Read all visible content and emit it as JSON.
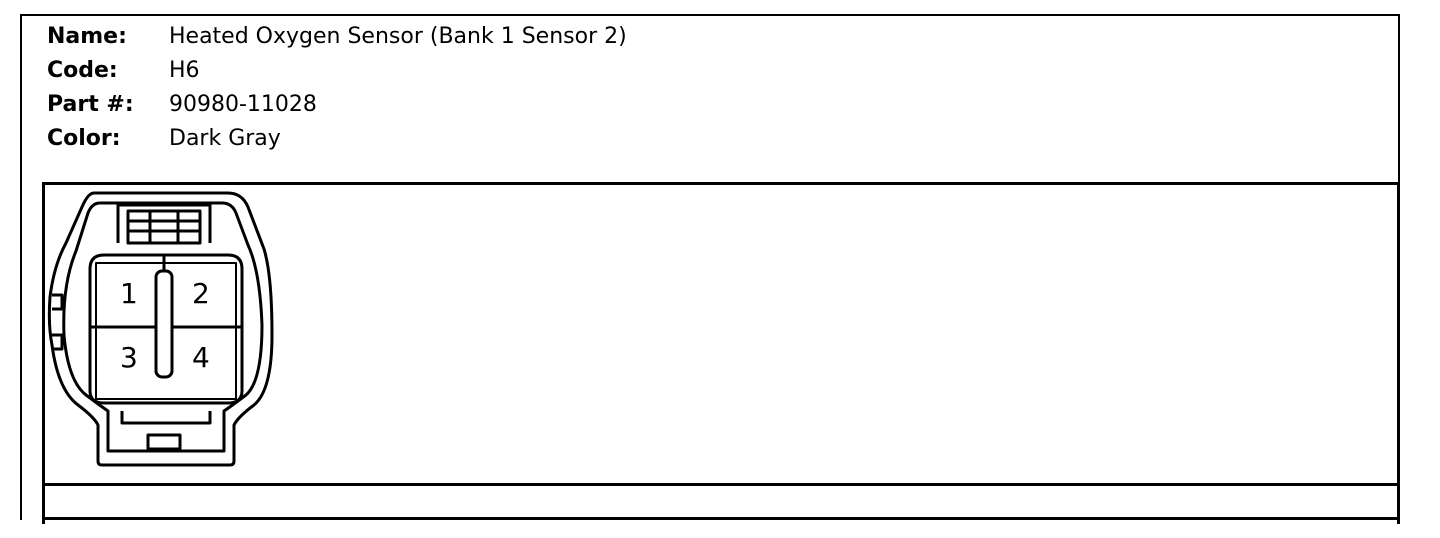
{
  "connector": {
    "fields": [
      {
        "label": "Name:",
        "value": "Heated Oxygen Sensor (Bank 1 Sensor 2)"
      },
      {
        "label": "Code:",
        "value": "H6"
      },
      {
        "label": "Part #:",
        "value": "90980-11028"
      },
      {
        "label": "Color:",
        "value": "Dark Gray"
      }
    ],
    "pins": [
      "1",
      "2",
      "3",
      "4"
    ]
  }
}
